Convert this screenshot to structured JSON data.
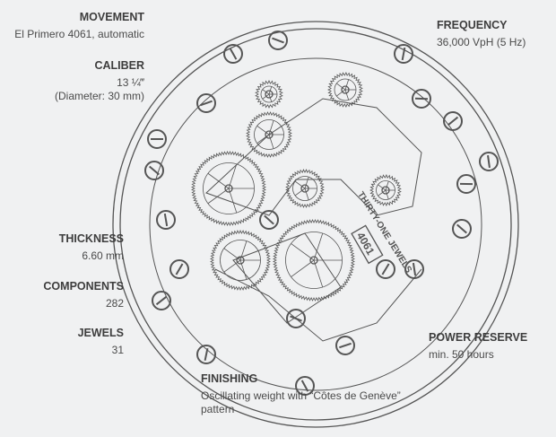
{
  "specs": {
    "movement": {
      "title": "MOVEMENT",
      "value": "El Primero 4061, automatic"
    },
    "caliber": {
      "title": "CALIBER",
      "value": "13 ¼‴",
      "value2": "(Diameter: 30 mm)"
    },
    "frequency": {
      "title": "FREQUENCY",
      "value": "36,000 VpH (5 Hz)"
    },
    "thickness": {
      "title": "THICKNESS",
      "value": "6.60 mm"
    },
    "components": {
      "title": "COMPONENTS",
      "value": "282"
    },
    "jewels": {
      "title": "JEWELS",
      "value": "31"
    },
    "power_reserve": {
      "title": "POWER RESERVE",
      "value": "min. 50 hours"
    },
    "finishing": {
      "title": "FINISHING",
      "value": "Oscillating weight with “Côtes de Genève” pattern"
    }
  },
  "drawing": {
    "engraving_jewels": "THIRTY-ONE JEWELS",
    "engraving_caliber": "4061",
    "line_color": "#555555",
    "background": "#f0f1f2"
  }
}
